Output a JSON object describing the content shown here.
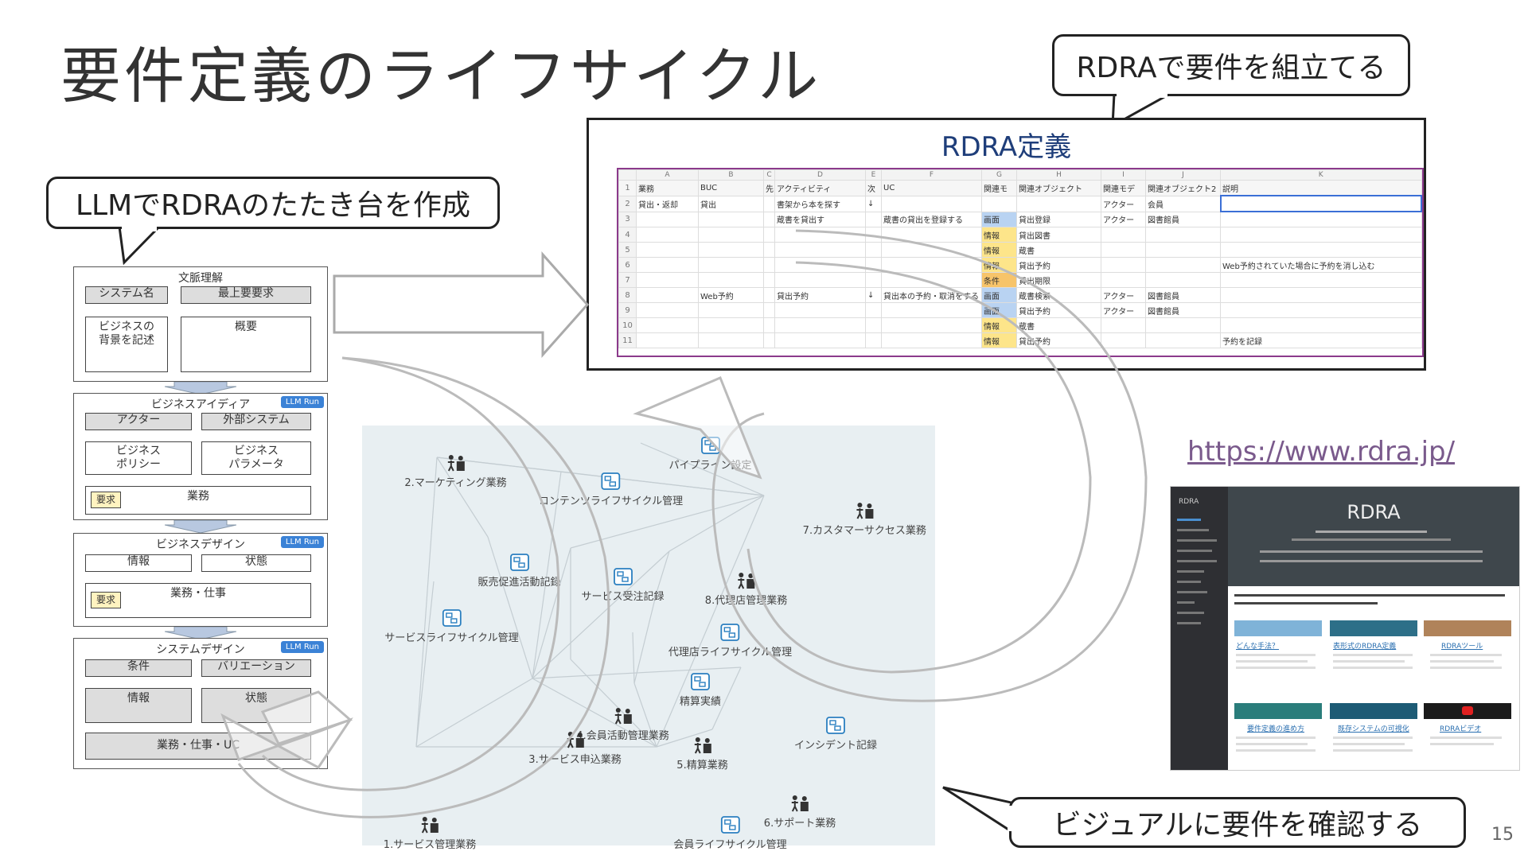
{
  "title": "要件定義のライフサイクル",
  "page_number": "15",
  "callouts": {
    "top_right": "RDRAで要件を組立てる",
    "left": "LLMでRDRAのたたき台を作成",
    "bottom_right": "ビジュアルに要件を確認する"
  },
  "url": "https://www.rdra.jp/",
  "flow": {
    "context": {
      "title": "文脈理解",
      "system_name": "システム名",
      "top_requirement": "最上要要求",
      "business_background": "ビジネスの\n背景を記述",
      "overview": "概要"
    },
    "business_idea": {
      "title": "ビジネスアイディア",
      "llm": "LLM Run",
      "actor": "アクター",
      "external_system": "外部システム",
      "business_policy": "ビジネス\nポリシー",
      "business_parameter": "ビジネス\nパラメータ",
      "requirement": "要求",
      "work": "業務"
    },
    "business_design": {
      "title": "ビジネスデザイン",
      "llm": "LLM Run",
      "information": "情報",
      "state": "状態",
      "requirement": "要求",
      "work_task": "業務・仕事"
    },
    "system_design": {
      "title": "システムデザイン",
      "llm": "LLM Run",
      "condition": "条件",
      "variation": "バリエーション",
      "information": "情報",
      "state": "状態",
      "work_uc": "業務・仕事・UC"
    }
  },
  "rdra_sheet": {
    "title": "RDRA定義",
    "columns": [
      "",
      "A",
      "B",
      "C",
      "D",
      "E",
      "F",
      "G",
      "H",
      "I",
      "J",
      "K"
    ],
    "rows": [
      [
        "1",
        "業務",
        "BUC",
        "先",
        "アクティビティ",
        "次",
        "UC",
        "関連モ",
        "関連オブジェクト",
        "関連モデ",
        "関連オブジェクト2",
        "説明"
      ],
      [
        "2",
        "貸出・返却",
        "貸出",
        "",
        "書架から本を探す",
        "↓",
        "",
        "",
        "",
        "アクター",
        "会員",
        ""
      ],
      [
        "3",
        "",
        "",
        "",
        "蔵書を貸出す",
        "",
        "蔵書の貸出を登録する",
        "画面",
        "貸出登録",
        "アクター",
        "図書館員",
        ""
      ],
      [
        "4",
        "",
        "",
        "",
        "",
        "",
        "",
        "情報",
        "貸出図書",
        "",
        "",
        ""
      ],
      [
        "5",
        "",
        "",
        "",
        "",
        "",
        "",
        "情報",
        "蔵書",
        "",
        "",
        ""
      ],
      [
        "6",
        "",
        "",
        "",
        "",
        "",
        "",
        "情報",
        "貸出予約",
        "",
        "",
        "Web予約されていた場合に予約を消し込む"
      ],
      [
        "7",
        "",
        "",
        "",
        "",
        "",
        "",
        "条件",
        "貸出期限",
        "",
        "",
        ""
      ],
      [
        "8",
        "",
        "Web予約",
        "",
        "貸出予約",
        "↓",
        "貸出本の予約・取消をする",
        "画面",
        "蔵書検索",
        "アクター",
        "図書館員",
        ""
      ],
      [
        "9",
        "",
        "",
        "",
        "",
        "",
        "",
        "画面",
        "貸出予約",
        "アクター",
        "図書館員",
        ""
      ],
      [
        "10",
        "",
        "",
        "",
        "",
        "",
        "",
        "情報",
        "蔵書",
        "",
        "",
        ""
      ],
      [
        "11",
        "",
        "",
        "",
        "",
        "",
        "",
        "情報",
        "貸出予約",
        "",
        "",
        "予約を記録"
      ]
    ]
  },
  "graph": {
    "nodes": [
      {
        "id": "n1",
        "label": "2.マーケティング業務",
        "kind": "actor-icon"
      },
      {
        "id": "n2",
        "label": "パイプライン設定",
        "kind": "model-icon"
      },
      {
        "id": "n3",
        "label": "コンテンツライフサイクル管理",
        "kind": "model-icon"
      },
      {
        "id": "n4",
        "label": "7.カスタマーサクセス業務",
        "kind": "actor-icon"
      },
      {
        "id": "n5",
        "label": "販売促進活動記録",
        "kind": "model-icon"
      },
      {
        "id": "n6",
        "label": "サービス受注記録",
        "kind": "model-icon"
      },
      {
        "id": "n7",
        "label": "8.代理店管理業務",
        "kind": "actor-icon"
      },
      {
        "id": "n8",
        "label": "サービスライフサイクル管理",
        "kind": "model-icon"
      },
      {
        "id": "n9",
        "label": "代理店ライフサイクル管理",
        "kind": "model-icon"
      },
      {
        "id": "n10",
        "label": "精算実績",
        "kind": "model-icon"
      },
      {
        "id": "n11",
        "label": "4.会員活動管理業務",
        "kind": "actor-icon"
      },
      {
        "id": "n12",
        "label": "3.サービス申込業務",
        "kind": "actor-icon"
      },
      {
        "id": "n13",
        "label": "5.精算業務",
        "kind": "actor-icon"
      },
      {
        "id": "n14",
        "label": "インシデント記録",
        "kind": "model-icon"
      },
      {
        "id": "n15",
        "label": "6.サポート業務",
        "kind": "actor-icon"
      },
      {
        "id": "n16",
        "label": "1.サービス管理業務",
        "kind": "actor-icon"
      },
      {
        "id": "n17",
        "label": "会員ライフサイクル管理",
        "kind": "model-icon"
      }
    ]
  },
  "website": {
    "brand": "RDRA",
    "hero_title": "RDRA",
    "links": [
      "どんな手法？",
      "表形式のRDRA定義",
      "RDRAツール",
      "要件定義の進め方",
      "既存システムの可視化",
      "RDRAビデオ"
    ],
    "colors": {
      "accent": "#2a6fb0",
      "dark": "#2e2f33"
    }
  }
}
